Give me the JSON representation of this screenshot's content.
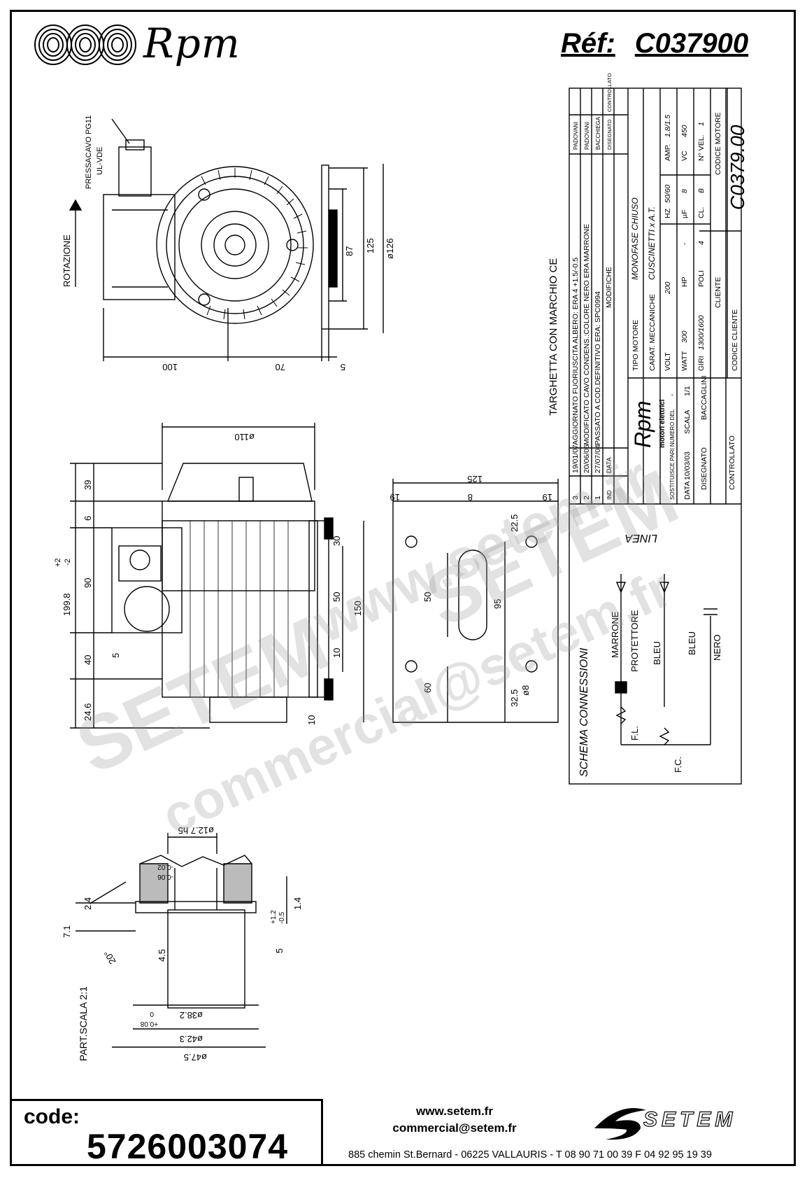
{
  "header": {
    "brand": "Rpm",
    "ref_label": "Réf:",
    "ref_value": "C037900"
  },
  "drawing_labels": {
    "rotation": "ROTAZIONE",
    "cable_gland": "PRESSACAVO PG11",
    "cable_gland_std": "UL-VDE",
    "plate_ce": "TARGHETTA CON MARCHIO CE",
    "schema": "SCHEMA CONNESSIONI",
    "linea": "LINEA",
    "marrone": "MARRONE",
    "protettore": "PROTETTORE",
    "bleu1": "BLEU",
    "bleu2": "BLEU",
    "nero": "NERO",
    "fl": "F.L.",
    "fc": "F.C.",
    "part_scale": "PART.SCALA 2:1"
  },
  "dimensions": {
    "top_view": [
      "100",
      "70",
      "5",
      "87",
      "125",
      "ø126"
    ],
    "side_view": [
      "ø110",
      "39",
      "6",
      "90",
      "40",
      "24.6",
      "5",
      "199.8",
      "+2",
      "-2",
      "30",
      "50",
      "10",
      "150",
      "10"
    ],
    "base_plate": [
      "125",
      "19",
      "8",
      "19",
      "22.5",
      "50",
      "95",
      "60",
      "32.5",
      "ø8"
    ],
    "shaft_detail": [
      "ø12.7 h5",
      "-0.02",
      "-0.06",
      "7.1",
      "2.4",
      "20°",
      "4.5",
      "ø38.2",
      "0",
      "+0.08",
      "ø42.3",
      "ø47.5",
      "1.4",
      "+1.2",
      "-0.5",
      "5"
    ]
  },
  "title_block": {
    "revisions": [
      {
        "ind": "3",
        "date": "19/01/07",
        "text": "AGGIORNATO FUORIUSCITA ALBERO: ERA 4 +1.5/-0.5",
        "by": "PADOVANI"
      },
      {
        "ind": "2",
        "date": "20/06/06",
        "text": "MODIFICATO CAVO CONDENS.:COLORE NERO ERA MARRONE",
        "by": "PADOVANI"
      },
      {
        "ind": "1",
        "date": "27/07/04",
        "text": "PASSATO A COD.DEFINITIVO ERA: SPC0994",
        "by": "BACCHIEGA"
      }
    ],
    "rev_headers": {
      "ind": "IND",
      "date": "DATA",
      "mod": "MODIFICHE",
      "drawn": "DISEGNATO",
      "checked": "CONTROLLATO"
    },
    "dash": "-",
    "company_sub": "motori elettrici",
    "sostituisce": "SOSTITUISCE PARI NUMERO DEL",
    "data_label": "DATA",
    "data_value": "10/03/03",
    "scala_label": "SCALA",
    "scala_value": "1/1",
    "disegnato_label": "DISEGNATO",
    "disegnato_value": "BACCAGLINI",
    "controllato_label": "CONTROLLATO",
    "tipo_motore_label": "TIPO MOTORE",
    "tipo_motore_value": "MONOFASE CHIUSO",
    "carat_label": "CARAT. MECCANICHE",
    "carat_value": "CUSCINETTI x A.T.",
    "specs": [
      {
        "label": "VOLT",
        "value": "200"
      },
      {
        "label": "HZ",
        "value": "50/60"
      },
      {
        "label": "AMP.",
        "value": "1.8/1.5"
      },
      {
        "label": "WATT",
        "value": "300"
      },
      {
        "label": "HP",
        "value": "-"
      },
      {
        "label": "µF",
        "value": "8"
      },
      {
        "label": "VC",
        "value": "450"
      },
      {
        "label": "GIRI",
        "value": "1300/1600"
      },
      {
        "label": "POLI",
        "value": "4"
      },
      {
        "label": "CL.",
        "value": "B"
      },
      {
        "label": "N° VEL.",
        "value": "1"
      }
    ],
    "cliente_label": "CLIENTE",
    "codice_motore_label": "CODICE MOTORE",
    "codice_motore_value": "C0379.00",
    "codice_cliente_label": "CODICE CLIENTE"
  },
  "watermarks": [
    "www.setem.fr",
    "SETEM",
    "SETEM",
    "commercial@setem.fr"
  ],
  "footer": {
    "code_label": "code:",
    "code_value": "5726003074",
    "website": "www.setem.fr",
    "email": "commercial@setem.fr",
    "address": "885 chemin St.Bernard  -  06225 VALLAURIS  -  T 08 90 71 00 39   F 04 92 95 19 39",
    "setem_logo_text": "SETEM"
  }
}
